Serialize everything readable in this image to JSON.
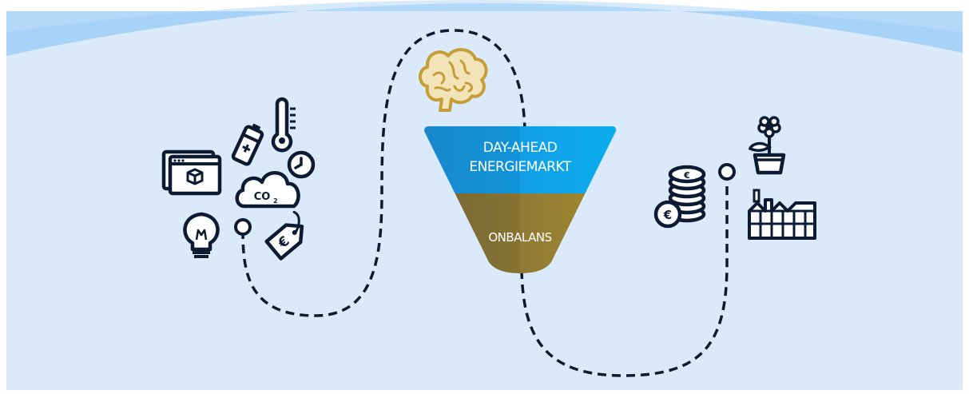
{
  "funnel": {
    "top_line1": "DAY-AHEAD",
    "top_line2": "ENERGIEMARKT",
    "bottom_label": "ONBALANS"
  },
  "icons": {
    "co2_label": "CO",
    "co2_subscript": "2",
    "coin_symbol": "€",
    "tag_symbol": "€"
  },
  "colors": {
    "background": "#dbeafa",
    "arc_edge": "#a9d2f8",
    "funnel_top": "#1a9be0",
    "funnel_bottom": "#8e7c3a",
    "ink": "#0b1b33",
    "brain": "#c59e37"
  }
}
